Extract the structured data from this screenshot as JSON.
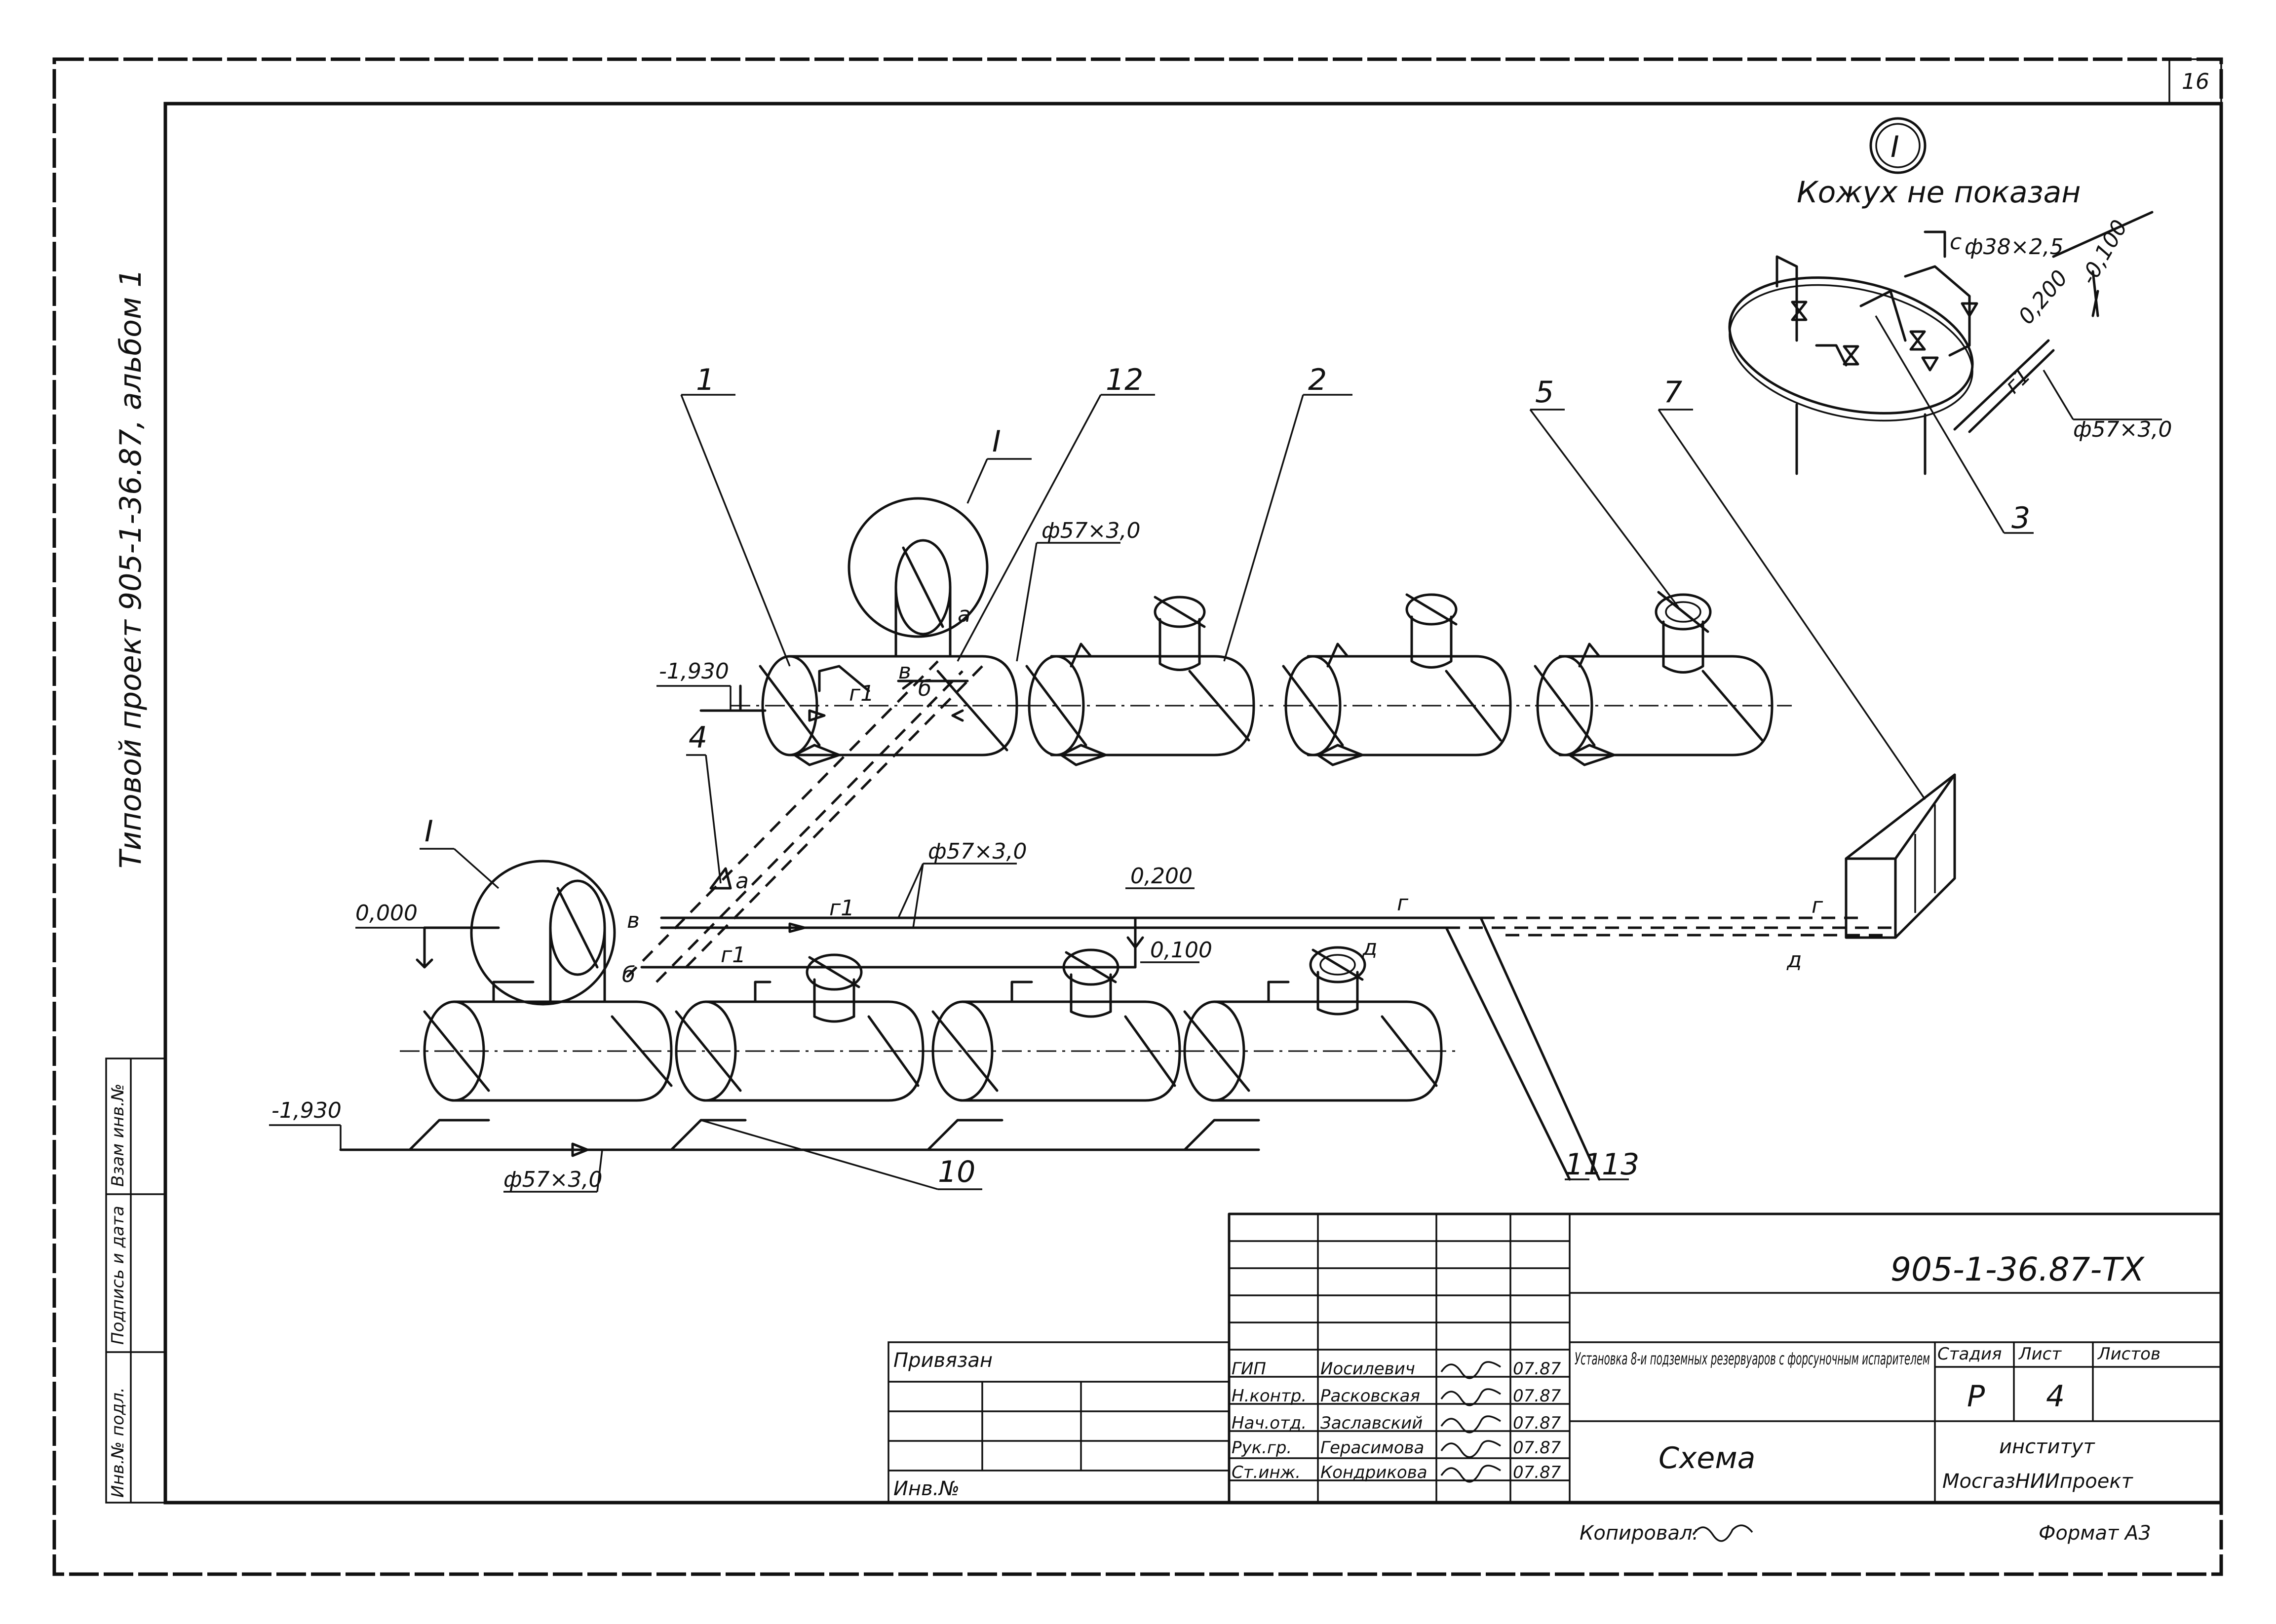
{
  "sheet_number": "16",
  "album_title": "Типовой проект 905-1-36.87, альбом 1",
  "detail_marker": "I",
  "detail_note": "Кожух не показан",
  "detail": {
    "pipe_top": "ф38×2,5",
    "pipe_main": "ф57×3,0",
    "level_1": "0,200",
    "level_2": "-0,100",
    "ref_c": "с",
    "line_g1": "г1",
    "callout": "3"
  },
  "callouts": [
    "1",
    "12",
    "2",
    "5",
    "7",
    "4",
    "10",
    "11",
    "13",
    "I",
    "I"
  ],
  "levels": {
    "upper_tanks": "-1,930",
    "zero": "0,000",
    "pipe_020": "0,200",
    "pipe_010": "0,100",
    "lower_tanks": "-1,930"
  },
  "pipes": {
    "upper": "ф57×3,0",
    "middle": "ф57×3,0",
    "bottom": "ф57×3,0"
  },
  "line_labels": {
    "g1_upper": "г1",
    "g1_mid": "г1",
    "g1_low": "г1",
    "g": "г",
    "g_right": "г",
    "d": "д",
    "d_right": "д",
    "a_upper": "а",
    "v_upper": "в",
    "b_upper": "б",
    "a_lower": "а",
    "v_lower": "в",
    "b_lower": "б"
  },
  "side_stamp": [
    "Инв.№ подл.",
    "Подпись и дата",
    "Взам инв.№"
  ],
  "title_block": {
    "document_code": "905-1-36.87-ТХ",
    "privyazan": "Привязан",
    "inv_no": "Инв.№",
    "roles": [
      "ГИП",
      "Н.контр.",
      "Нач.отд.",
      "Рук.гр.",
      "Ст.инж."
    ],
    "names": [
      "Иосилевич",
      "Расковская",
      "Заславский",
      "Герасимова",
      "Кондрикова"
    ],
    "dates": [
      "07.87",
      "07.87",
      "07.87",
      "07.87",
      "07.87"
    ],
    "object_title": "Установка 8-и подземных резервуаров с форсуночным испарителем",
    "sheet_title": "Схема",
    "stage_label": "Стадия",
    "sheet_label": "Лист",
    "sheets_label": "Листов",
    "stage": "Р",
    "sheet": "4",
    "org_line1": "институт",
    "org_line2": "МосгазНИИпроект"
  },
  "footer": {
    "copied": "Копировал:",
    "format": "Формат А3"
  }
}
